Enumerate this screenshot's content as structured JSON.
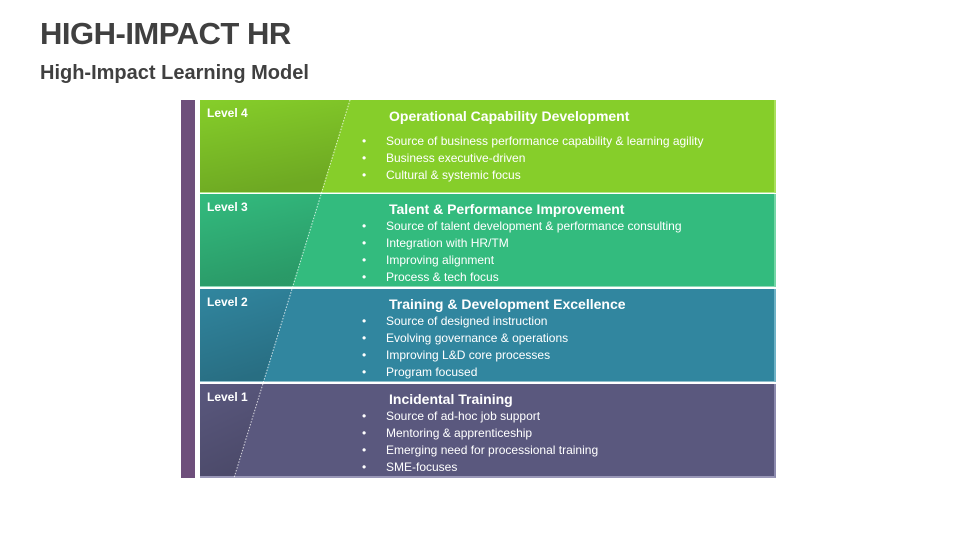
{
  "header": {
    "title": "HIGH-IMPACT HR",
    "subtitle": "High-Impact Learning Model"
  },
  "colors": {
    "side_bar": "#6e4f7b",
    "level4": "#86ce2a",
    "level3": "#33bb7e",
    "level2": "#31869f",
    "level1": "#5a587e",
    "text": "#ffffff",
    "heading_text": "#404040"
  },
  "levels": [
    {
      "label": "Level 4",
      "title": "Operational Capability Development",
      "bullets": [
        "Source of business performance capability  & learning agility",
        "Business executive-driven",
        "Cultural & systemic focus"
      ]
    },
    {
      "label": "Level 3",
      "title": "Talent & Performance Improvement",
      "bullets": [
        "Source of talent development & performance consulting",
        "Integration with HR/TM",
        "Improving alignment",
        "Process & tech focus"
      ]
    },
    {
      "label": "Level 2",
      "title": "Training & Development Excellence",
      "bullets": [
        "Source of designed instruction",
        "Evolving governance  & operations",
        "Improving L&D core processes",
        "Program focused"
      ]
    },
    {
      "label": "Level 1",
      "title": "Incidental Training",
      "bullets": [
        "Source of ad-hoc job support",
        "Mentoring & apprenticeship",
        "Emerging need for processional training",
        "SME-focuses"
      ]
    }
  ]
}
